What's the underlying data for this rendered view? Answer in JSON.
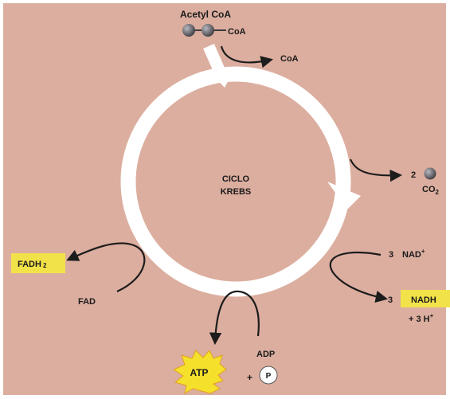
{
  "diagram": {
    "colors": {
      "background": "#dcae9f",
      "ring": "#ffffff",
      "arrow": "#1c1c1c",
      "highlight": "#f2e24a",
      "molecule": "#6e6e74",
      "atp_star": "#f5e02c"
    },
    "acetyl_coa": {
      "title": "Acetyl CoA",
      "coa": "CoA"
    },
    "released_coa": "CoA",
    "center": {
      "line1": "CICLO",
      "line2": "KREBS"
    },
    "co2": {
      "count": "2",
      "formula": "CO",
      "subscript": "2"
    },
    "nad": {
      "count": "3",
      "formula": "NAD",
      "superscript": "+"
    },
    "nadh": {
      "count": "3",
      "formula": "NADH",
      "protons": "+ 3 H",
      "protons_sup": "+"
    },
    "fadh2": {
      "formula": "FADH",
      "subscript": "2"
    },
    "fad": "FAD",
    "adp": "ADP",
    "plus": "+",
    "phosphate": "P",
    "atp": "ATP"
  }
}
